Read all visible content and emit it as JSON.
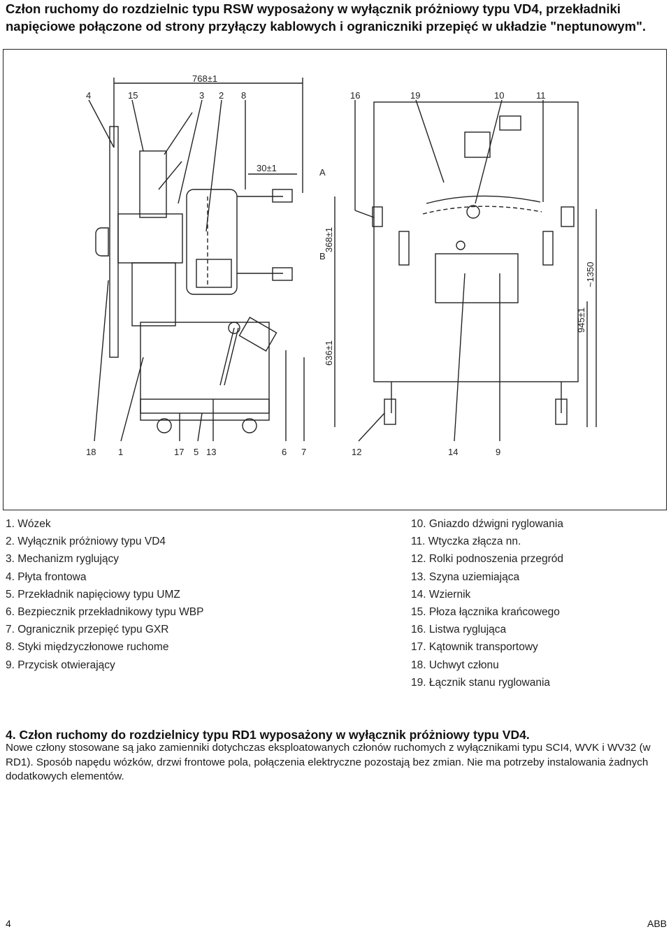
{
  "heading": "Człon ruchomy do rozdzielnic typu RSW wyposażony w wyłącznik próżniowy typu VD4, przekładniki napięciowe połączone od strony przyłączy kablowych i ograniczniki przepięć w układzie \"neptunowym\".",
  "figure": {
    "dim_width": "768±1",
    "dim_contact": "30±1",
    "dim_ab": "368±1",
    "dim_636": "636±1",
    "dim_945": "945±1",
    "dim_1350": "~1350",
    "label_a": "A",
    "label_b": "B",
    "callouts_top_left": [
      "4",
      "15",
      "3",
      "2",
      "8"
    ],
    "callouts_top_right": [
      "16",
      "19",
      "10",
      "11"
    ],
    "callouts_bottom_left": [
      "18",
      "1",
      "17",
      "5",
      "13",
      "6",
      "7"
    ],
    "callouts_bottom_right": [
      "12",
      "14",
      "9"
    ]
  },
  "legend_left": [
    "1. Wózek",
    "2. Wyłącznik próżniowy typu VD4",
    "3. Mechanizm ryglujący",
    "4. Płyta frontowa",
    "5. Przekładnik napięciowy typu UMZ",
    "6. Bezpiecznik przekładnikowy typu WBP",
    "7. Ogranicznik przepięć typu GXR",
    "8. Styki międzyczłonowe ruchome",
    "9. Przycisk otwierający"
  ],
  "legend_right": [
    "10. Gniazdo dźwigni ryglowania",
    "11. Wtyczka złącza nn.",
    "12. Rolki podnoszenia przegród",
    "13. Szyna uziemiająca",
    "14. Wziernik",
    "15. Płoza łącznika krańcowego",
    "16. Listwa ryglująca",
    "17. Kątownik transportowy",
    "18. Uchwyt członu",
    "19. Łącznik stanu ryglowania"
  ],
  "section": {
    "title": "4. Człon ruchomy do rozdzielnicy typu RD1 wyposażony w wyłącznik próżniowy typu VD4.",
    "body": "Nowe człony stosowane są jako zamienniki dotychczas eksploatowanych członów ruchomych z wyłącznikami typu SCI4, WVK i WV32 (w RD1). Sposób napędu wózków, drzwi frontowe pola, połączenia elektryczne pozostają bez zmian. Nie ma potrzeby instalowania żadnych dodatkowych elementów."
  },
  "footer": {
    "page_number": "4",
    "brand": "ABB"
  }
}
